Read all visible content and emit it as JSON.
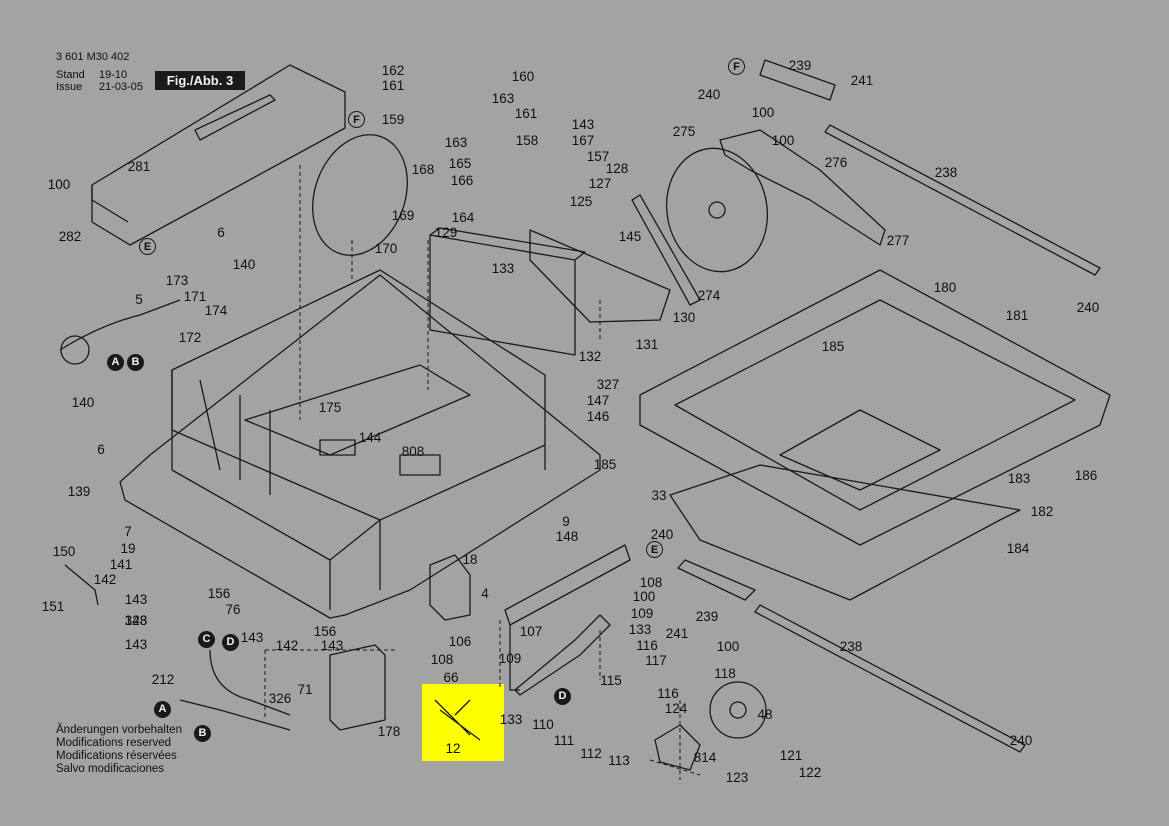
{
  "header": {
    "doc_number": "3 601 M30 402",
    "stand_label": "Stand",
    "stand_value": "19-10",
    "issue_label": "Issue",
    "issue_value": "21-03-05",
    "figure_label": "Fig./Abb. 3"
  },
  "notes": [
    "Änderungen vorbehalten",
    "Modifications reserved",
    "Modifications réservées",
    "Salvo modificaciones"
  ],
  "highlight": {
    "color": "#ffff00",
    "part_label": "12"
  },
  "colors": {
    "background": "#a3a3a3",
    "line": "#1a1a1a",
    "highlight": "#ffff00"
  },
  "callouts": [
    {
      "n": "162"
    },
    {
      "n": "161"
    },
    {
      "n": "160"
    },
    {
      "n": "163"
    },
    {
      "n": "161"
    },
    {
      "n": "159"
    },
    {
      "n": "143"
    },
    {
      "n": "167"
    },
    {
      "n": "163"
    },
    {
      "n": "158"
    },
    {
      "n": "157"
    },
    {
      "n": "165"
    },
    {
      "n": "166"
    },
    {
      "n": "128"
    },
    {
      "n": "127"
    },
    {
      "n": "125"
    },
    {
      "n": "164"
    },
    {
      "n": "281"
    },
    {
      "n": "100"
    },
    {
      "n": "282"
    },
    {
      "n": "168"
    },
    {
      "n": "169"
    },
    {
      "n": "170"
    },
    {
      "n": "129"
    },
    {
      "n": "133"
    },
    {
      "n": "145"
    },
    {
      "n": "6"
    },
    {
      "n": "140"
    },
    {
      "n": "173"
    },
    {
      "n": "171"
    },
    {
      "n": "174"
    },
    {
      "n": "172"
    },
    {
      "n": "5"
    },
    {
      "n": "140"
    },
    {
      "n": "6"
    },
    {
      "n": "175"
    },
    {
      "n": "144"
    },
    {
      "n": "808"
    },
    {
      "n": "139"
    },
    {
      "n": "7"
    },
    {
      "n": "19"
    },
    {
      "n": "141"
    },
    {
      "n": "142"
    },
    {
      "n": "150"
    },
    {
      "n": "151"
    },
    {
      "n": "143"
    },
    {
      "n": "156"
    },
    {
      "n": "143"
    },
    {
      "n": "76"
    },
    {
      "n": "328"
    },
    {
      "n": "143"
    },
    {
      "n": "143"
    },
    {
      "n": "142"
    },
    {
      "n": "156"
    },
    {
      "n": "143"
    },
    {
      "n": "212"
    },
    {
      "n": "326"
    },
    {
      "n": "71"
    },
    {
      "n": "178"
    },
    {
      "n": "275"
    },
    {
      "n": "239"
    },
    {
      "n": "240"
    },
    {
      "n": "241"
    },
    {
      "n": "100"
    },
    {
      "n": "100"
    },
    {
      "n": "276"
    },
    {
      "n": "238"
    },
    {
      "n": "277"
    },
    {
      "n": "274"
    },
    {
      "n": "130"
    },
    {
      "n": "131"
    },
    {
      "n": "132"
    },
    {
      "n": "180"
    },
    {
      "n": "181"
    },
    {
      "n": "240"
    },
    {
      "n": "185"
    },
    {
      "n": "327"
    },
    {
      "n": "147"
    },
    {
      "n": "146"
    },
    {
      "n": "185"
    },
    {
      "n": "33"
    },
    {
      "n": "186"
    },
    {
      "n": "183"
    },
    {
      "n": "182"
    },
    {
      "n": "184"
    },
    {
      "n": "9"
    },
    {
      "n": "148"
    },
    {
      "n": "18"
    },
    {
      "n": "4"
    },
    {
      "n": "240"
    },
    {
      "n": "108"
    },
    {
      "n": "100"
    },
    {
      "n": "239"
    },
    {
      "n": "241"
    },
    {
      "n": "100"
    },
    {
      "n": "109"
    },
    {
      "n": "133"
    },
    {
      "n": "107"
    },
    {
      "n": "106"
    },
    {
      "n": "116"
    },
    {
      "n": "108"
    },
    {
      "n": "109"
    },
    {
      "n": "117"
    },
    {
      "n": "66"
    },
    {
      "n": "115"
    },
    {
      "n": "116"
    },
    {
      "n": "124"
    },
    {
      "n": "133"
    },
    {
      "n": "118"
    },
    {
      "n": "238"
    },
    {
      "n": "110"
    },
    {
      "n": "111"
    },
    {
      "n": "112"
    },
    {
      "n": "113"
    },
    {
      "n": "814"
    },
    {
      "n": "48"
    },
    {
      "n": "121"
    },
    {
      "n": "122"
    },
    {
      "n": "123"
    },
    {
      "n": "240"
    },
    {
      "n": "12"
    }
  ],
  "markers": [
    {
      "letter": "F"
    },
    {
      "letter": "E"
    },
    {
      "letter": "A"
    },
    {
      "letter": "B"
    },
    {
      "letter": "F"
    },
    {
      "letter": "E"
    },
    {
      "letter": "C"
    },
    {
      "letter": "D"
    },
    {
      "letter": "A"
    },
    {
      "letter": "B"
    },
    {
      "letter": "D"
    }
  ]
}
